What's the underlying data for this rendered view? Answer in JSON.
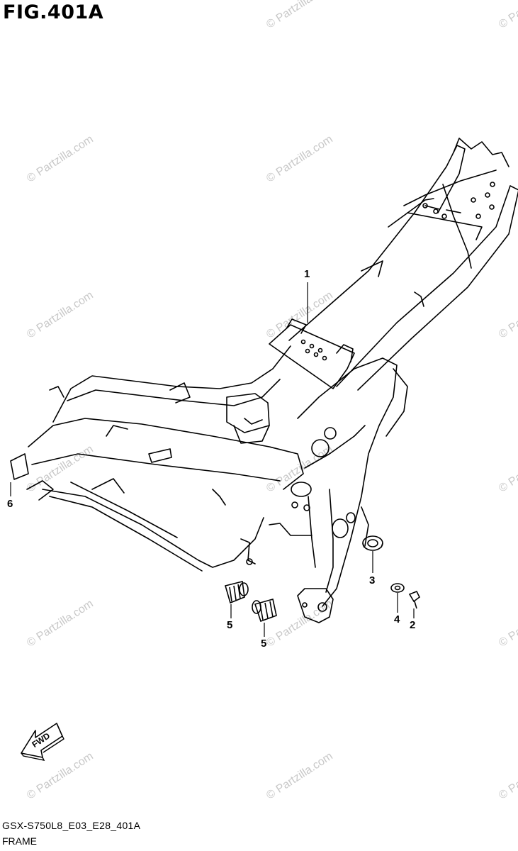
{
  "figure": {
    "title": "FIG.401A"
  },
  "watermark_text": "© Partzilla.com",
  "callouts": [
    "1",
    "2",
    "3",
    "4",
    "5",
    "5",
    "6"
  ],
  "fwd_arrow": {
    "label": "FWD"
  },
  "footer": {
    "code": "GSX-S750L8_E03_E28_401A",
    "name": "FRAME"
  }
}
